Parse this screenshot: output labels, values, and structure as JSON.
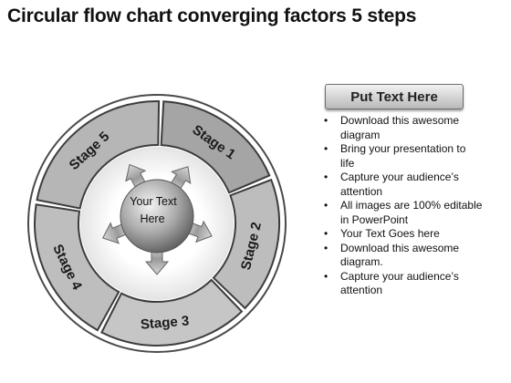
{
  "title": "Circular flow chart converging factors 5 steps",
  "diagram": {
    "stages": [
      "Stage 1",
      "Stage 2",
      "Stage 3",
      "Stage 4",
      "Stage 5"
    ],
    "center_text": [
      "Your Text",
      "Here"
    ]
  },
  "panel": {
    "header": "Put Text Here",
    "bullets": [
      [
        "Download this awesome",
        "diagram"
      ],
      [
        "Bring your presentation to",
        "life"
      ],
      [
        "Capture your audience’s",
        "attention"
      ],
      [
        "All images are 100% editable",
        "in PowerPoint"
      ],
      [
        "Your Text Goes here"
      ],
      [
        "Download this awesome",
        "diagram."
      ],
      [
        "Capture your audience’s",
        "attention"
      ]
    ]
  }
}
